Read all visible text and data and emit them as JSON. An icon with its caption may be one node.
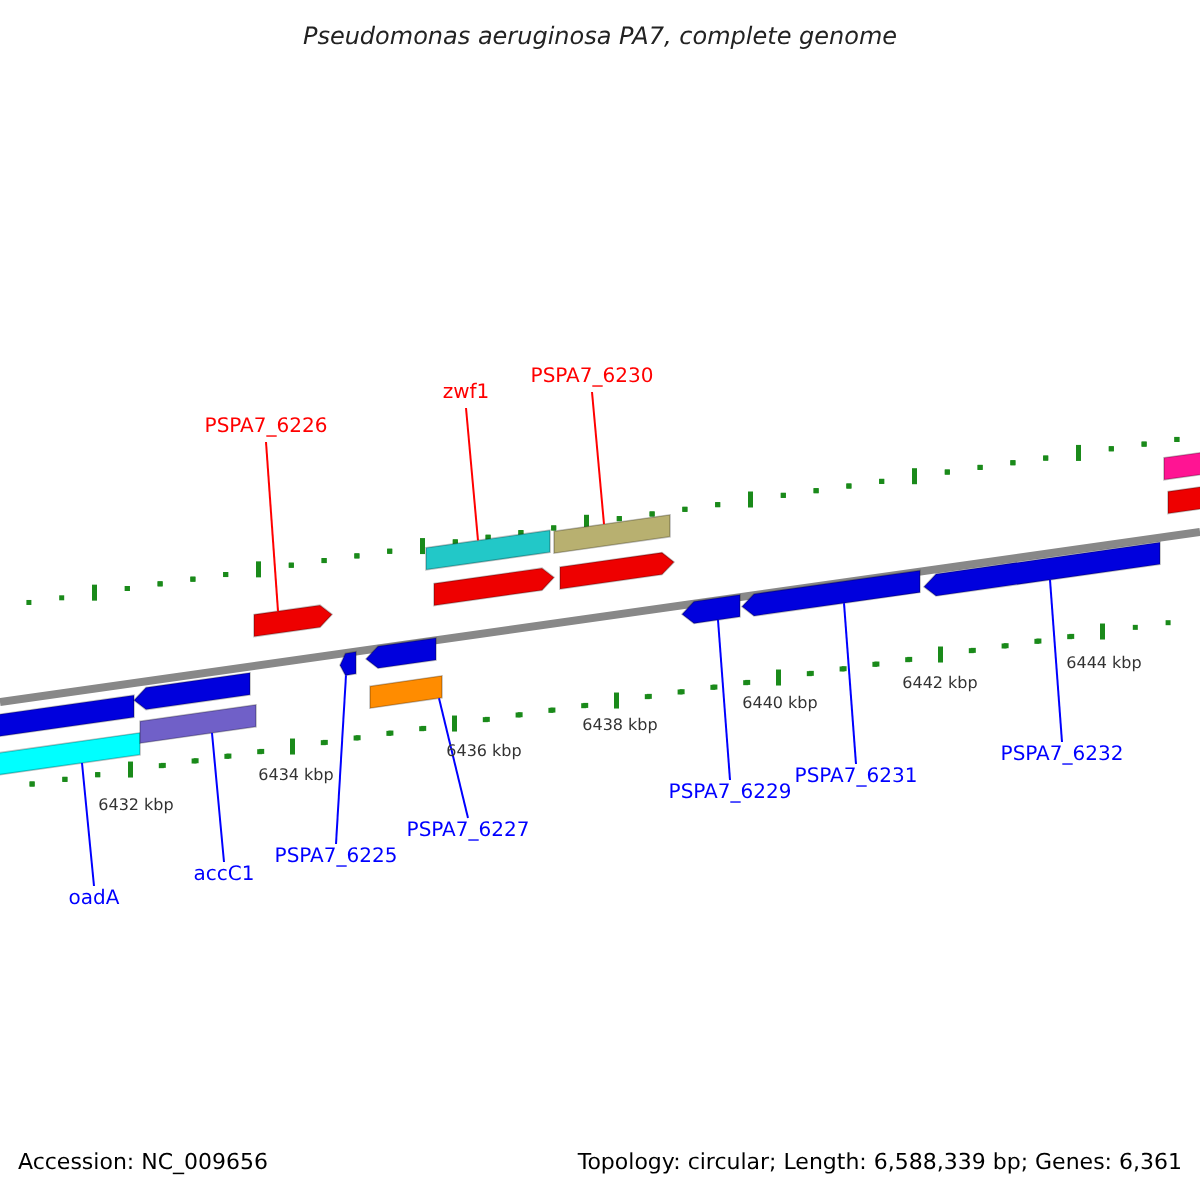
{
  "diagram": {
    "title": "Pseudomonas aeruginosa PA7, complete genome",
    "nodes": [
      {
        "text": [
          "PSPA7_6226"
        ]
      },
      {
        "text": [
          "zwf1"
        ]
      },
      {
        "text": [
          "PSPA7_6230"
        ]
      },
      {
        "text": [
          "oadA"
        ]
      },
      {
        "text": [
          "accC1"
        ]
      },
      {
        "text": [
          "PSPA7_6225"
        ]
      },
      {
        "text": [
          "PSPA7_6227"
        ]
      },
      {
        "text": [
          "PSPA7_6229"
        ]
      },
      {
        "text": [
          "PSPA7_6231"
        ]
      },
      {
        "text": [
          "PSPA7_6232"
        ]
      },
      {
        "text": [],
        "shape": "arrow"
      },
      {
        "text": [],
        "shape": "box"
      },
      {
        "text": [],
        "shape": "box"
      },
      {
        "text": [],
        "shape": "box"
      },
      {
        "text": [],
        "shape": "box"
      },
      {
        "text": [],
        "shape": "arrow"
      },
      {
        "text": [],
        "shape": "box"
      },
      {
        "text": [],
        "shape": "arrow"
      },
      {
        "text": [],
        "shape": "arrow"
      },
      {
        "text": [],
        "shape": "arrow"
      }
    ],
    "edges": [
      {
        "from": 0,
        "to": 10,
        "arrow": "none",
        "color": "#ff0000"
      },
      {
        "from": 1,
        "to": 11,
        "arrow": "none",
        "color": "#ff0000"
      },
      {
        "from": 2,
        "to": 12,
        "arrow": "none",
        "color": "#ff0000"
      },
      {
        "from": 3,
        "to": 13,
        "arrow": "none"
      },
      {
        "from": 4,
        "to": 14,
        "arrow": "none"
      },
      {
        "from": 5,
        "to": 15,
        "arrow": "none"
      },
      {
        "from": 6,
        "to": 16,
        "arrow": "none"
      },
      {
        "from": 7,
        "to": 17,
        "arrow": "none"
      },
      {
        "from": 8,
        "to": 18,
        "arrow": "none"
      },
      {
        "from": 9,
        "to": 19,
        "arrow": "none"
      }
    ],
    "labels": [
      "6432 kbp",
      "6434 kbp",
      "6436 kbp",
      "6438 kbp",
      "6440 kbp",
      "6442 kbp",
      "6444 kbp",
      "Accession: NC_009656",
      "Topology: circular; Length: 6,588,339 bp; Genes: 6,361"
    ]
  }
}
